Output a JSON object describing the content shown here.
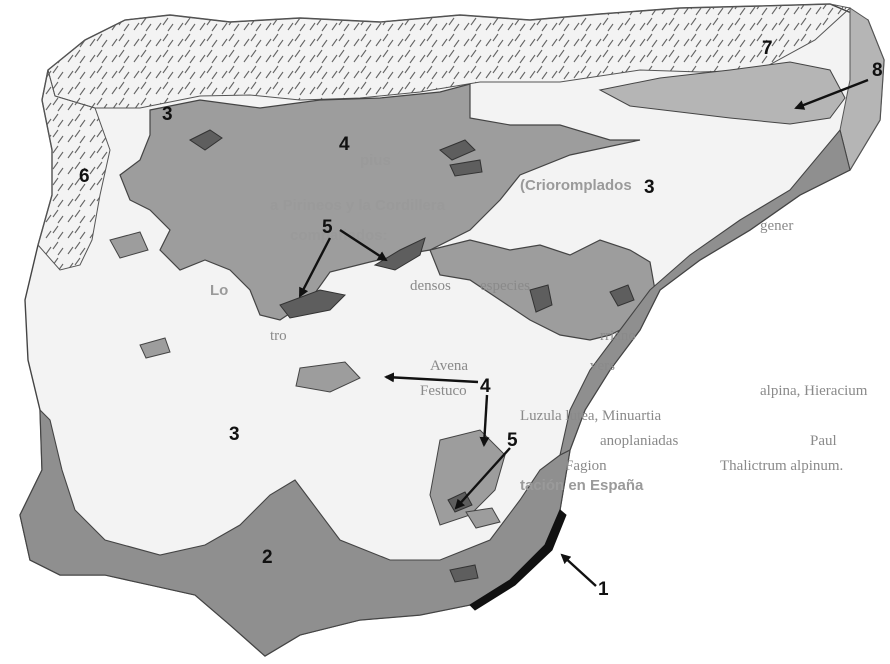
{
  "colors": {
    "zone_1": "#111111",
    "zone_2": "#8f8f8f",
    "zone_3": "#f3f3f3",
    "zone_4": "#9d9d9d",
    "zone_5": "#5e5e5e",
    "zone_6": "#ffffff",
    "zone_7": "#ffffff",
    "zone_8": "#b5b5b5",
    "outline": "#444444",
    "label": "#111111"
  },
  "labels": {
    "z1": "1",
    "z2": "2",
    "z3_northwest": "3",
    "z3_east": "3",
    "z3_southwest": "3",
    "z4_north": "4",
    "z4_south": "4",
    "z5_north": "5",
    "z5_south": "5",
    "z6": "6",
    "z7": "7",
    "z8": "8"
  },
  "background_text": [
    "pius",
    "(Crioromplados",
    "a Pirineos y la Cordillera",
    "compañados:",
    "Lo",
    "densos",
    "especies",
    "gener",
    "tro",
    "rriano",
    "Avena",
    "vers",
    "Festuco",
    "alpina, Hieracium",
    "Luzula lutea, Minuartia",
    "anoplaniadas",
    "Paul",
    "Fagion",
    "Thalictrum alpinum.",
    "tación en España"
  ]
}
